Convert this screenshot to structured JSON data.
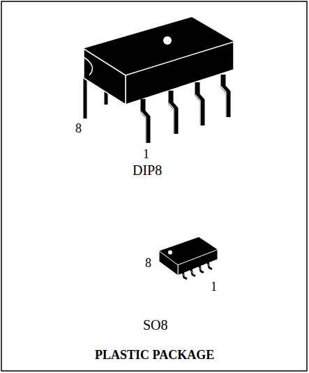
{
  "diagram": {
    "labels": [
      "8",
      "1",
      "DIP8",
      "8",
      "1",
      "SO8",
      "PLASTIC PACKAGE"
    ]
  }
}
